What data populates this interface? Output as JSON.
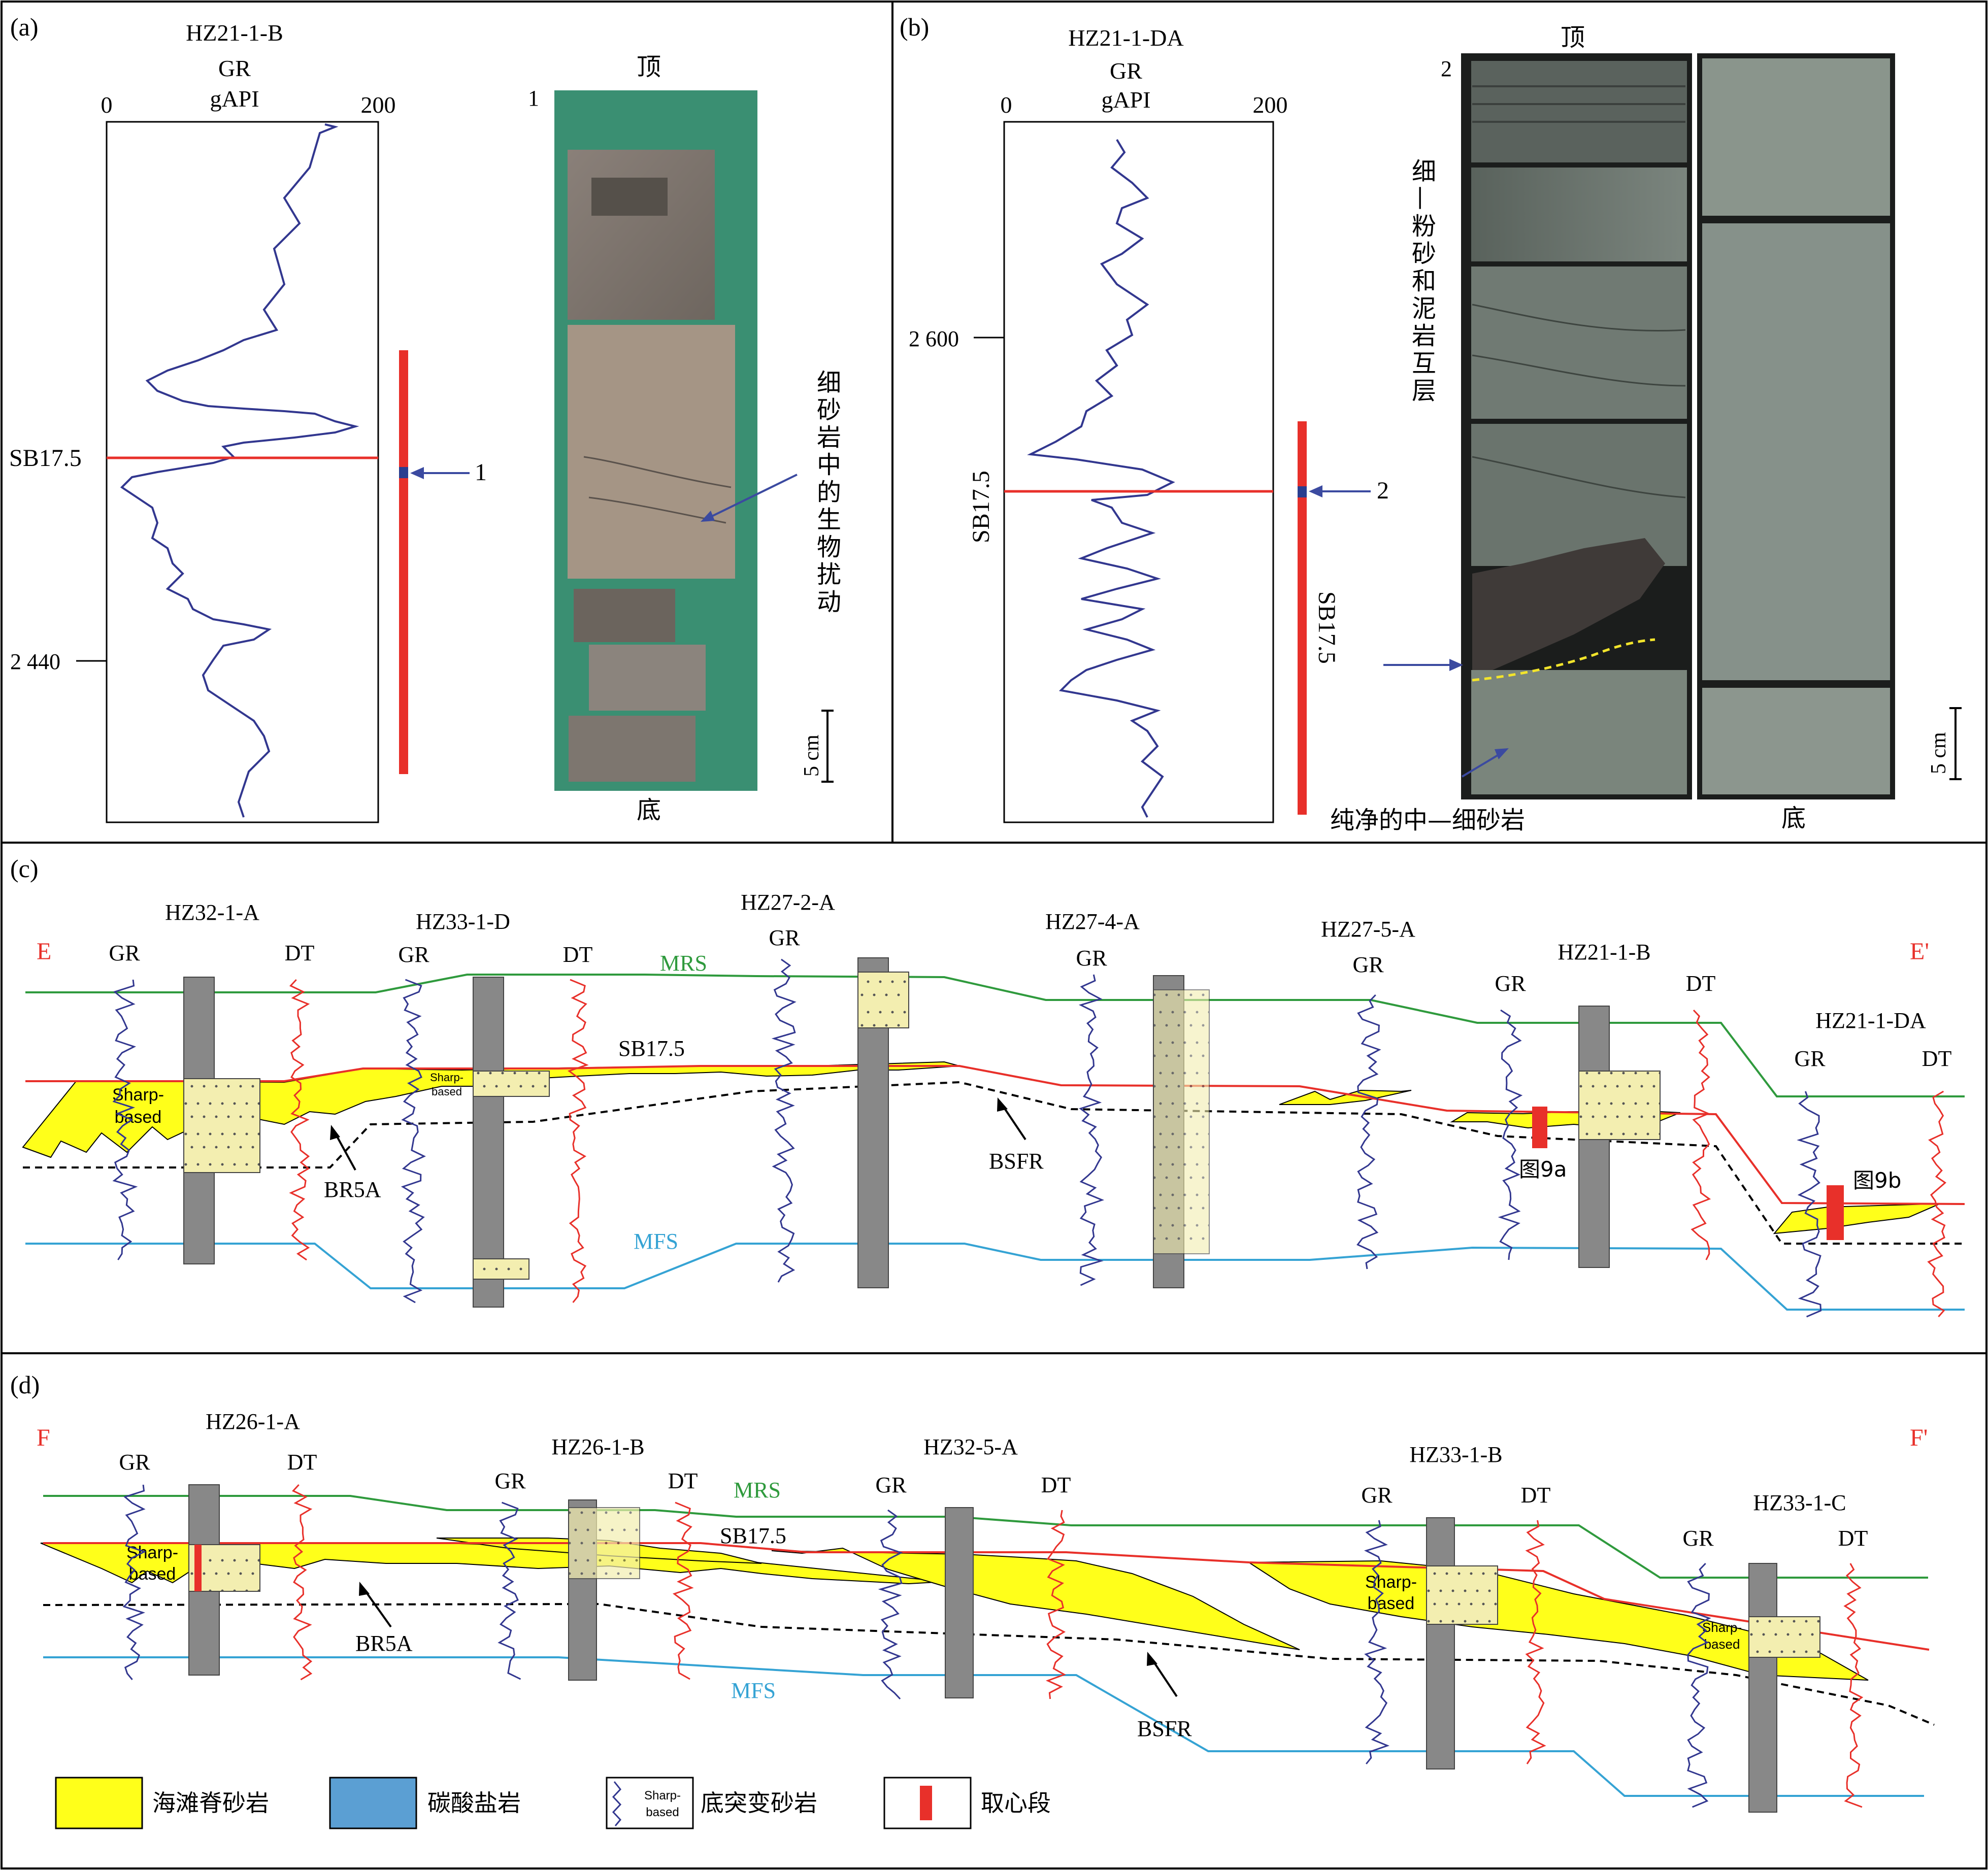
{
  "panel_a": {
    "label": "(a)",
    "well": "HZ21-1-B",
    "log": "GR",
    "unit": "gAPI",
    "scale_min": "0",
    "scale_max": "200",
    "depth_label": "2 440",
    "surface": "SB17.5",
    "core_marker": "1",
    "photo_number": "1",
    "top": "顶",
    "bottom": "底",
    "annotation": "细砂岩中的生物扰动",
    "scale_bar": "5 cm"
  },
  "panel_b": {
    "label": "(b)",
    "well": "HZ21-1-DA",
    "log": "GR",
    "unit": "gAPI",
    "scale_min": "0",
    "scale_max": "200",
    "depth_label": "2 600",
    "surface_left": "SB17.5",
    "surface_right": "SB17.5",
    "core_marker": "2",
    "photo_number": "2",
    "top": "顶",
    "bottom": "底",
    "annotation_top": "细—粉砂和泥岩互层",
    "annotation_bottom": "纯净的中—细砂岩",
    "scale_bar": "5 cm"
  },
  "panel_c": {
    "label": "(c)",
    "end_left": "E",
    "end_right": "E'",
    "wells": [
      "HZ32-1-A",
      "HZ33-1-D",
      "HZ27-2-A",
      "HZ27-4-A",
      "HZ27-5-A",
      "HZ21-1-B",
      "HZ21-1-DA"
    ],
    "gr": "GR",
    "dt": "DT",
    "mrs": "MRS",
    "sb": "SB17.5",
    "mfs": "MFS",
    "br5a": "BR5A",
    "bsfr": "BSFR",
    "sharp1": "Sharp-",
    "sharp2": "based",
    "fig9a": "图9a",
    "fig9b": "图9b"
  },
  "panel_d": {
    "label": "(d)",
    "end_left": "F",
    "end_right": "F'",
    "wells": [
      "HZ26-1-A",
      "HZ26-1-B",
      "HZ32-5-A",
      "HZ33-1-B",
      "HZ33-1-C"
    ],
    "gr": "GR",
    "dt": "DT",
    "mrs": "MRS",
    "sb": "SB17.5",
    "mfs": "MFS",
    "br5a": "BR5A",
    "bsfr": "BSFR",
    "sharp1": "Sharp-",
    "sharp2": "based"
  },
  "legend": {
    "items": [
      "海滩脊砂岩",
      "碳酸盐岩",
      "底突变砂岩",
      "取心段"
    ],
    "sharp1": "Sharp-",
    "sharp2": "based"
  },
  "colors": {
    "sand": "#ffff1a",
    "carbonate": "#5b9fd3",
    "core": "#e8302a",
    "mrs": "#2f9a3d",
    "sb": "#e8302a",
    "mfs": "#35a3d4",
    "gr_log": "#32378f",
    "dt_log": "#e8302a"
  }
}
